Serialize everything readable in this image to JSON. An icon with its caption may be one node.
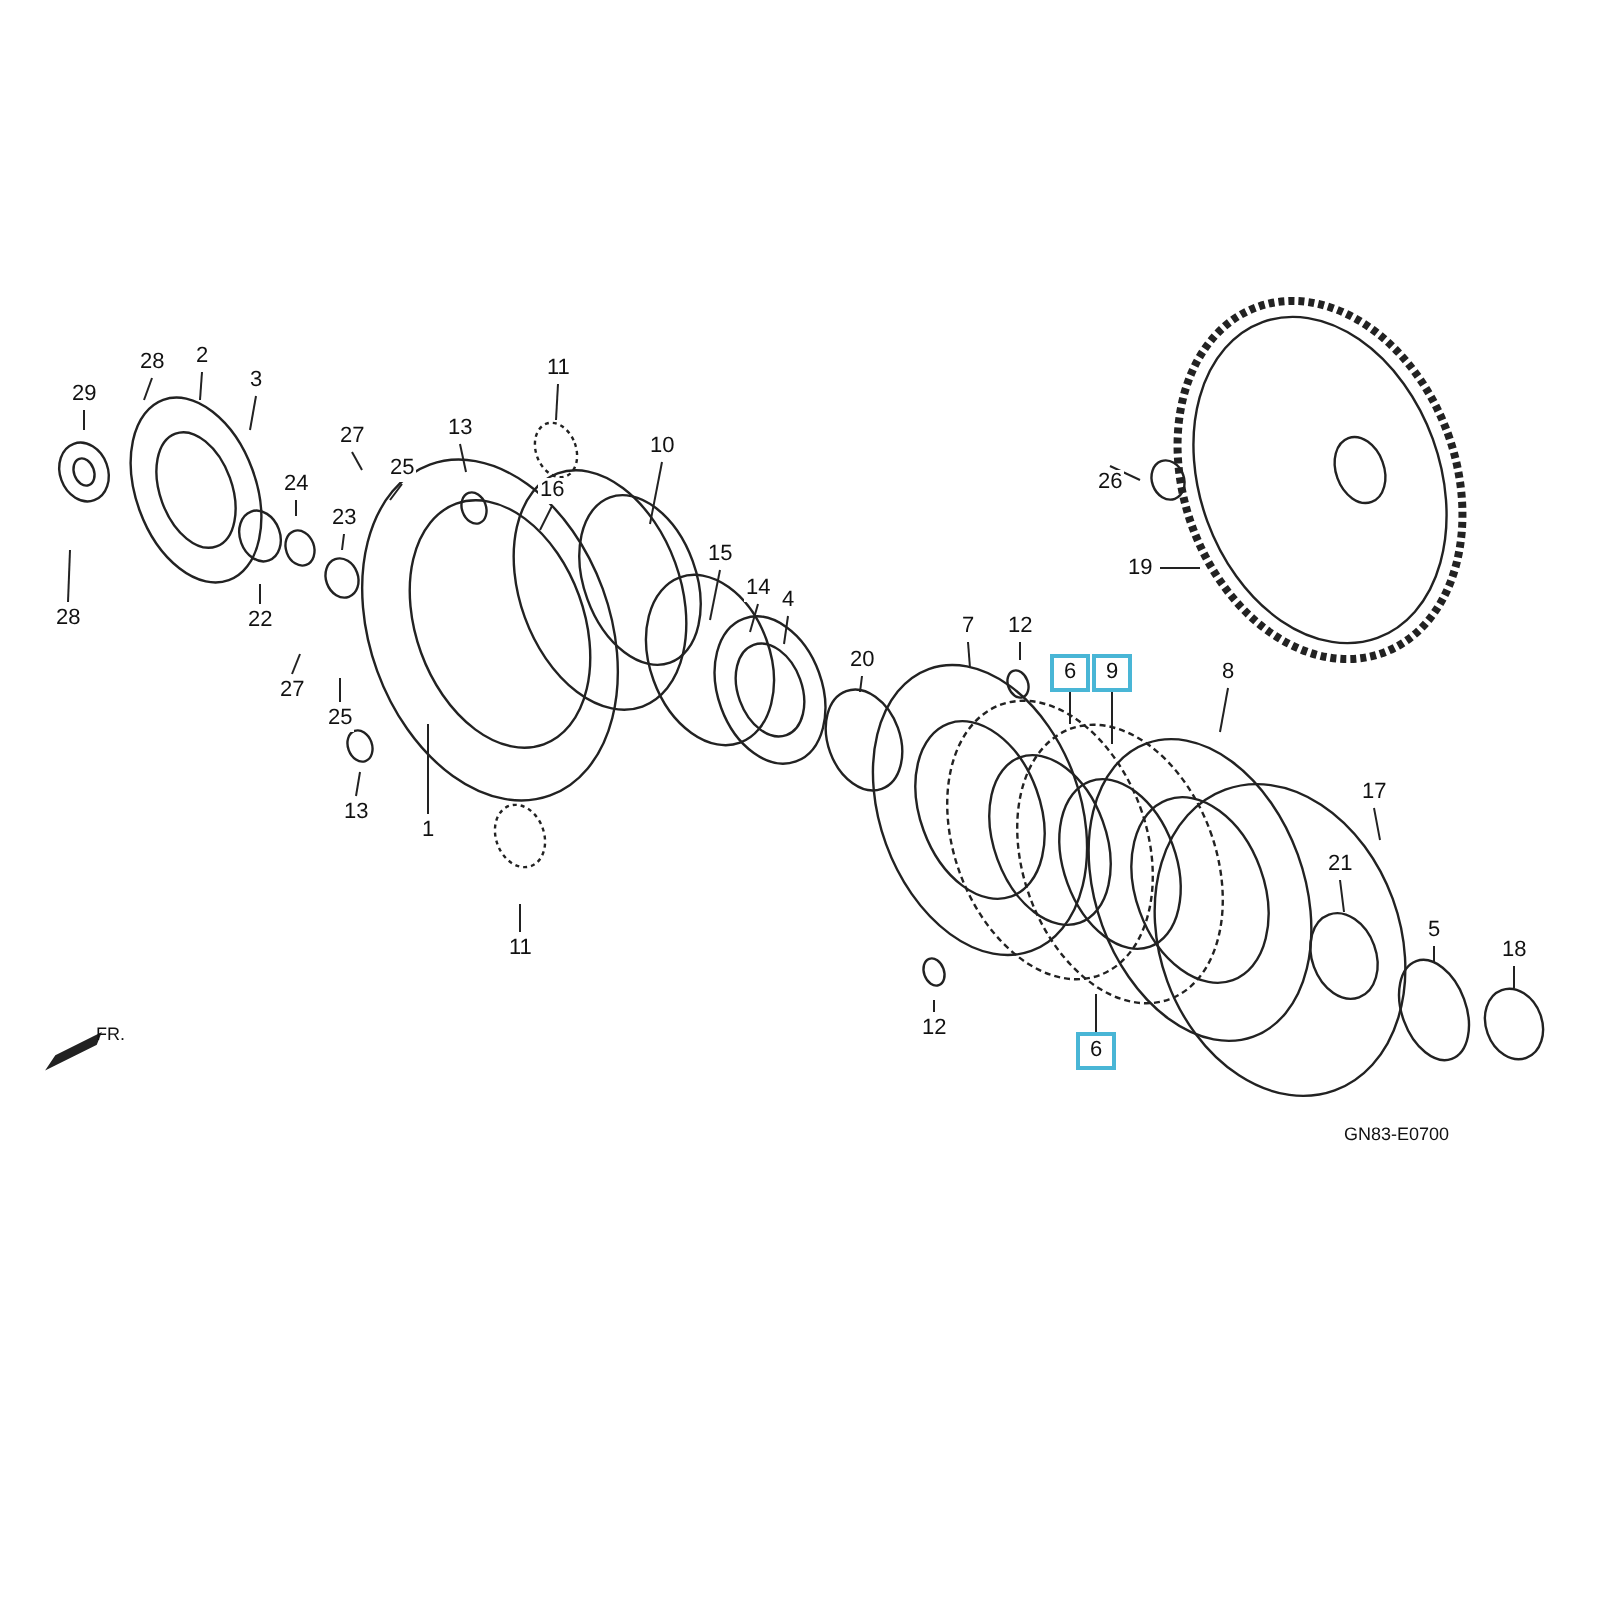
{
  "diagram": {
    "nodes": [
      {
        "text": [
          "29"
        ]
      },
      {
        "text": [
          "28"
        ]
      },
      {
        "text": [
          "2"
        ]
      },
      {
        "text": [
          "3"
        ]
      },
      {
        "text": [
          "28"
        ]
      },
      {
        "text": [
          "27"
        ]
      },
      {
        "text": [
          "25"
        ]
      },
      {
        "text": [
          "24"
        ]
      },
      {
        "text": [
          "23"
        ]
      },
      {
        "text": [
          "22"
        ]
      },
      {
        "text": [
          "27"
        ]
      },
      {
        "text": [
          "25"
        ]
      },
      {
        "text": [
          "13"
        ]
      },
      {
        "text": [
          "13"
        ]
      },
      {
        "text": [
          "11"
        ]
      },
      {
        "text": [
          "16"
        ]
      },
      {
        "text": [
          "10"
        ]
      },
      {
        "text": [
          "11"
        ]
      },
      {
        "text": [
          "1"
        ]
      },
      {
        "text": [
          "15"
        ]
      },
      {
        "text": [
          "14"
        ]
      },
      {
        "text": [
          "4"
        ]
      },
      {
        "text": [
          "20"
        ]
      },
      {
        "text": [
          "7"
        ]
      },
      {
        "text": [
          "12"
        ]
      },
      {
        "text": [
          "6"
        ]
      },
      {
        "text": [
          "9"
        ]
      },
      {
        "text": [
          "6"
        ]
      },
      {
        "text": [
          "8"
        ]
      },
      {
        "text": [
          "12"
        ]
      },
      {
        "text": [
          "17"
        ]
      },
      {
        "text": [
          "21"
        ]
      },
      {
        "text": [
          "5"
        ]
      },
      {
        "text": [
          "18"
        ]
      },
      {
        "text": [
          "26"
        ]
      },
      {
        "text": [
          "19"
        ]
      }
    ],
    "edges": [
      {
        "from": 0,
        "to": null,
        "arrow": "none"
      },
      {
        "from": 1,
        "to": null,
        "arrow": "none"
      },
      {
        "from": 2,
        "to": null,
        "arrow": "none"
      },
      {
        "from": 3,
        "to": null,
        "arrow": "none"
      },
      {
        "from": 4,
        "to": null,
        "arrow": "none"
      },
      {
        "from": 5,
        "to": null,
        "arrow": "none"
      },
      {
        "from": 6,
        "to": null,
        "arrow": "none"
      },
      {
        "from": 7,
        "to": null,
        "arrow": "none"
      },
      {
        "from": 8,
        "to": null,
        "arrow": "none"
      },
      {
        "from": 9,
        "to": null,
        "arrow": "none"
      },
      {
        "from": 10,
        "to": null,
        "arrow": "none"
      },
      {
        "from": 11,
        "to": null,
        "arrow": "none"
      },
      {
        "from": 12,
        "to": null,
        "arrow": "none"
      },
      {
        "from": 13,
        "to": null,
        "arrow": "none"
      },
      {
        "from": 14,
        "to": null,
        "arrow": "none"
      },
      {
        "from": 15,
        "to": null,
        "arrow": "none"
      },
      {
        "from": 16,
        "to": null,
        "arrow": "none"
      },
      {
        "from": 17,
        "to": null,
        "arrow": "none"
      },
      {
        "from": 18,
        "to": null,
        "arrow": "none"
      },
      {
        "from": 19,
        "to": null,
        "arrow": "none"
      },
      {
        "from": 20,
        "to": null,
        "arrow": "none"
      },
      {
        "from": 21,
        "to": null,
        "arrow": "none"
      },
      {
        "from": 22,
        "to": null,
        "arrow": "none"
      },
      {
        "from": 23,
        "to": null,
        "arrow": "none"
      },
      {
        "from": 24,
        "to": null,
        "arrow": "none"
      },
      {
        "from": 25,
        "to": null,
        "arrow": "none"
      },
      {
        "from": 26,
        "to": null,
        "arrow": "none"
      },
      {
        "from": 27,
        "to": null,
        "arrow": "none"
      },
      {
        "from": 28,
        "to": null,
        "arrow": "none"
      },
      {
        "from": 29,
        "to": null,
        "arrow": "none"
      },
      {
        "from": 30,
        "to": null,
        "arrow": "none"
      },
      {
        "from": 31,
        "to": null,
        "arrow": "none"
      },
      {
        "from": 32,
        "to": null,
        "arrow": "none"
      },
      {
        "from": 33,
        "to": null,
        "arrow": "none"
      },
      {
        "from": 34,
        "to": null,
        "arrow": "none"
      },
      {
        "from": 35,
        "to": null,
        "arrow": "none"
      }
    ],
    "labels": [
      "FR.",
      "GN83-E0700"
    ]
  }
}
